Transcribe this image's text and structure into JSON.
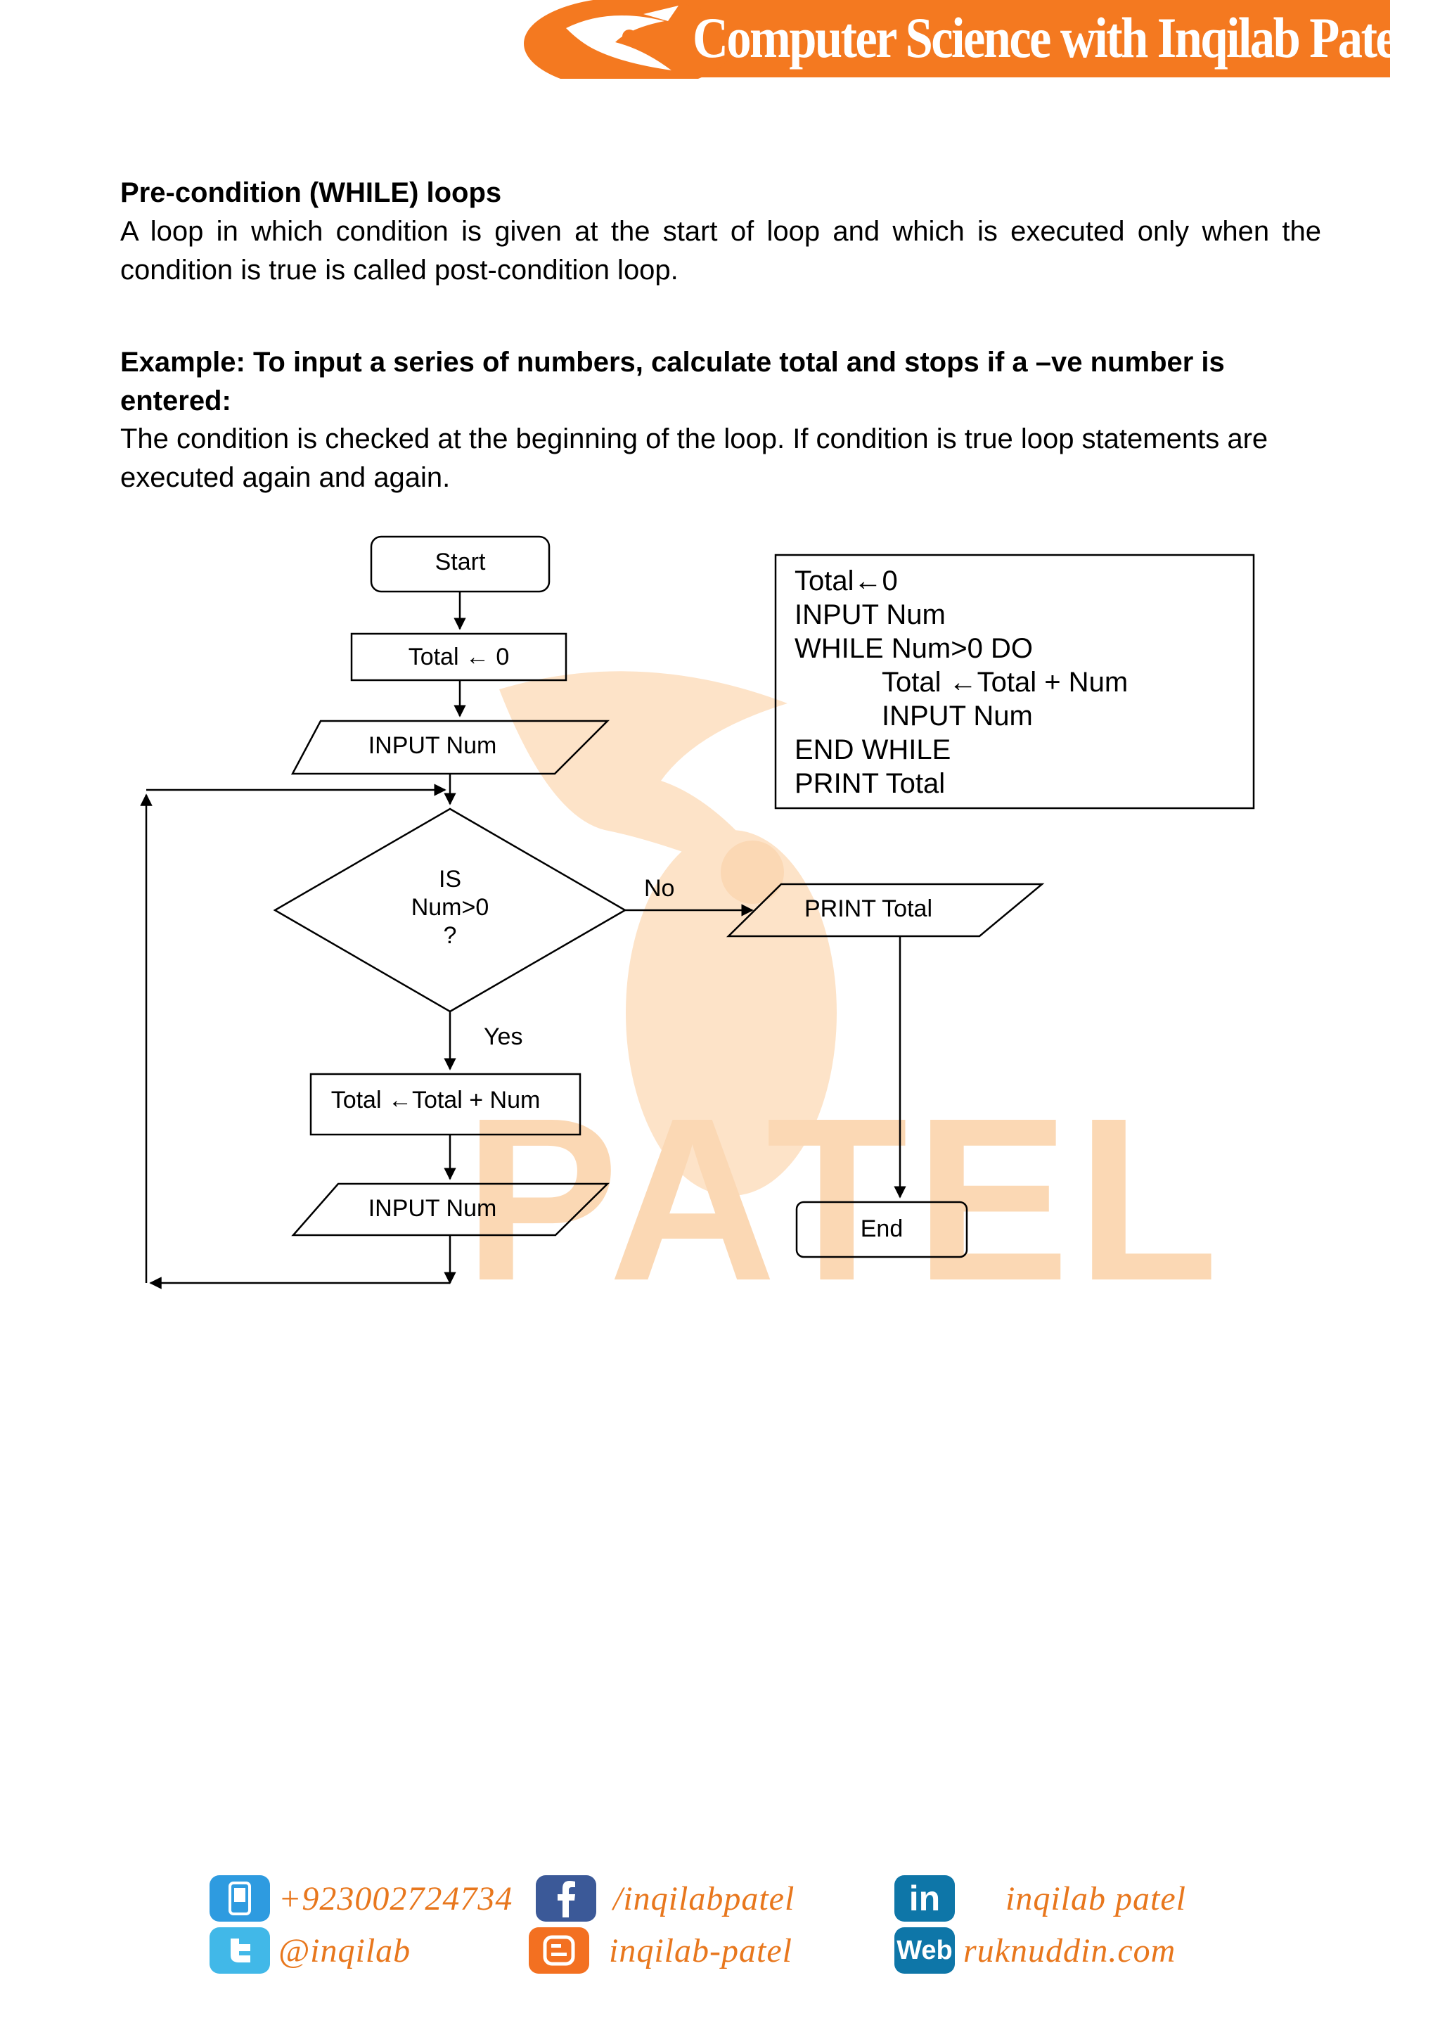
{
  "header": {
    "banner_title": "Computer Science with Inqilab Patel",
    "brand_color": "#f47920"
  },
  "section1": {
    "heading": "Pre-condition (WHILE) loops",
    "paragraph": "A loop in which condition is given at the start of loop and which is executed only when the condition is true is called post-condition loop."
  },
  "section2": {
    "heading": "Example: To input a series of numbers, calculate total and stops if a –ve number is entered:",
    "paragraph": "The condition is checked at the beginning of the loop. If condition is true loop statements are executed again and again."
  },
  "watermark": {
    "text": "PATEL",
    "color": "#fbd8b4"
  },
  "flowchart": {
    "start": "Start",
    "init": "Total ← 0",
    "input1": "INPUT Num",
    "decision_line1": "IS",
    "decision_line2": "Num>0",
    "decision_line3": "?",
    "no_label": "No",
    "yes_label": "Yes",
    "print": "PRINT Total",
    "update": "Total ←Total + Num",
    "input2": "INPUT Num",
    "end": "End"
  },
  "pseudocode": {
    "line1": "Total←0",
    "line2": "INPUT Num",
    "line3": "WHILE Num>0 DO",
    "line4": "Total ←Total + Num",
    "line5": "INPUT Num",
    "line6": "END WHILE",
    "line7": "PRINT Total"
  },
  "footer": {
    "phone": "+923002724734",
    "facebook": "/inqilabpatel",
    "linkedin": "inqilab patel",
    "twitter": "@inqilab",
    "blogger": "inqilab-patel",
    "web": "ruknuddin.com",
    "phone_icon": "phone-icon",
    "facebook_icon": "facebook-icon",
    "linkedin_icon": "linkedin-icon",
    "twitter_icon": "twitter-icon",
    "blogger_icon": "blogger-icon",
    "web_icon": "web-icon",
    "linkedin_glyph": "in",
    "web_glyph": "Web"
  }
}
